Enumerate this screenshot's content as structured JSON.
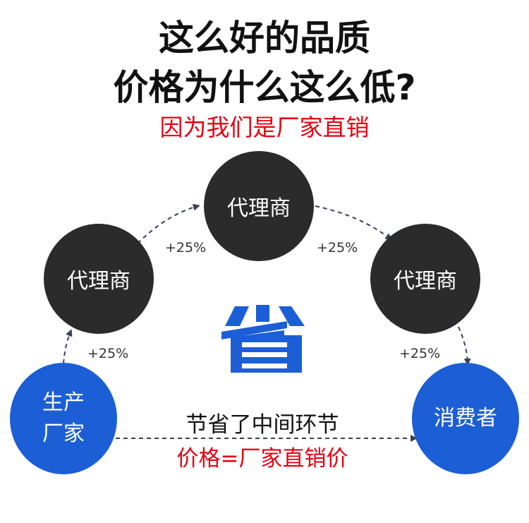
{
  "title_line1": "这么好的品质",
  "title_line2": "价格为什么这么低?",
  "subtitle": "因为我们是厂家直销",
  "nodes": {
    "agent_left": "代理商",
    "agent_top": "代理商",
    "agent_right": "代理商",
    "manufacturer_line1": "生产",
    "manufacturer_line2": "厂家",
    "consumer": "消费者"
  },
  "markups": [
    "+25%",
    "+25%",
    "+25%",
    "+25%"
  ],
  "save_icon": "省",
  "bottom_text": "节省了中间环节",
  "price_text": "价格=厂家直销价",
  "colors": {
    "blue": "#1c5ed6",
    "dark": "#2b2b2b",
    "red": "#e60012",
    "arrow": "#3a3f55"
  }
}
